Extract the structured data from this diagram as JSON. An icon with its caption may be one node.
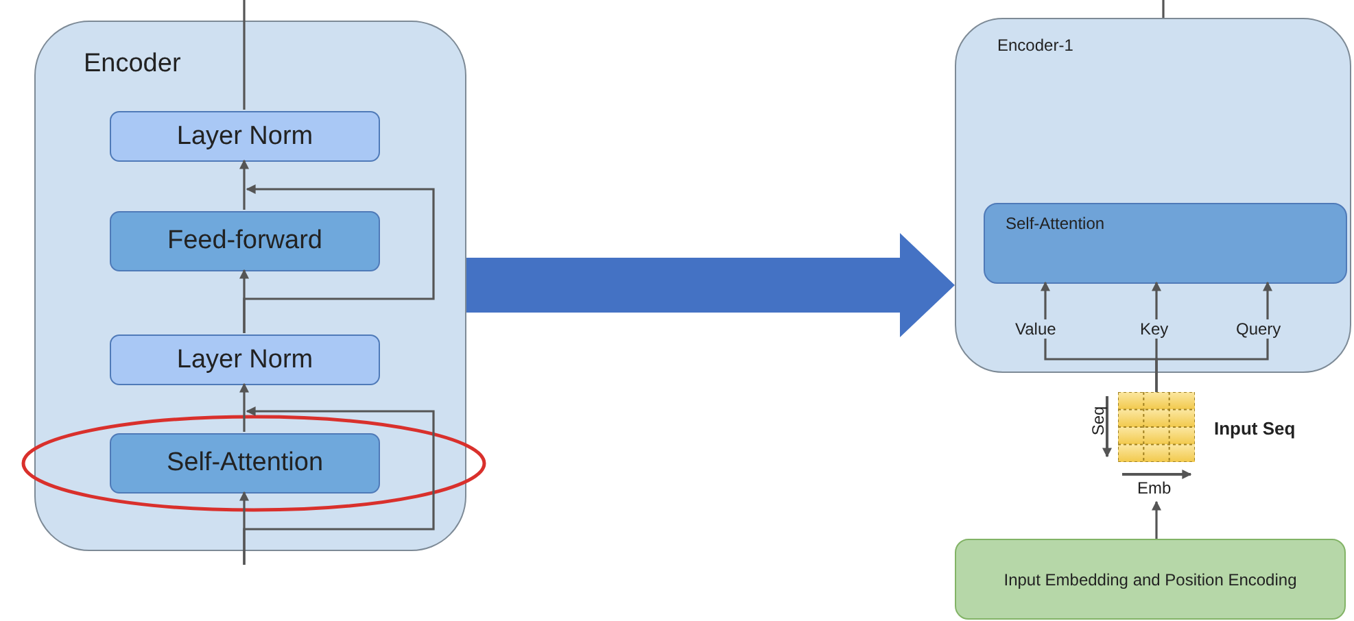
{
  "diagram": {
    "nodes": [
      {
        "text": [
          "Encoder"
        ]
      },
      {
        "text": [
          "Layer Norm"
        ],
        "in": 0
      },
      {
        "text": [
          "Feed-forward"
        ],
        "in": 0
      },
      {
        "text": [
          "Layer Norm"
        ],
        "in": 0
      },
      {
        "text": [
          "Self-Attention"
        ],
        "in": 0
      },
      {
        "text": [
          "Encoder-1"
        ]
      },
      {
        "text": [
          "Self-Attention"
        ],
        "in": 5
      },
      {
        "text": [],
        "shape": "grid",
        "beside": [
          "Seq",
          "Input Seq",
          "Emb"
        ]
      },
      {
        "text": [
          "Input Embedding and Position Encoding"
        ]
      }
    ],
    "edges": [
      {
        "from": null,
        "to": 4,
        "arrow": "to"
      },
      {
        "from": null,
        "to": 3,
        "arrow": "to"
      },
      {
        "from": 4,
        "to": 3,
        "arrow": "to"
      },
      {
        "from": 3,
        "to": 2,
        "arrow": "to"
      },
      {
        "from": 3,
        "to": 1,
        "arrow": "to"
      },
      {
        "from": 2,
        "to": 1,
        "arrow": "to"
      },
      {
        "from": 1,
        "to": null,
        "arrow": "none"
      },
      {
        "from": 0,
        "to": 5,
        "arrow": "to",
        "style": "thick",
        "color": "#4472c4"
      },
      {
        "from": 5,
        "to": null,
        "arrow": "none"
      },
      {
        "from": 7,
        "to": 6,
        "arrow": "to",
        "label": "Value"
      },
      {
        "from": 7,
        "to": 6,
        "arrow": "to",
        "label": "Key"
      },
      {
        "from": 7,
        "to": 6,
        "arrow": "to",
        "label": "Query"
      },
      {
        "from": 8,
        "to": 7,
        "arrow": "to"
      }
    ]
  }
}
